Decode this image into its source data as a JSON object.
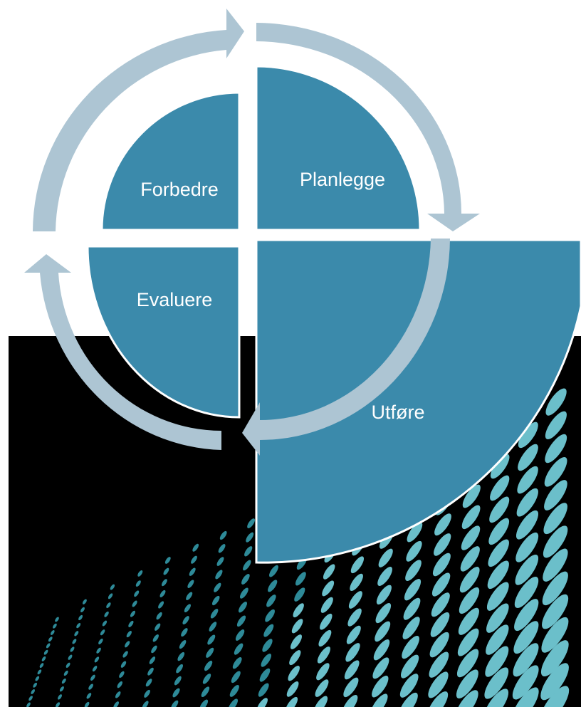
{
  "diagram": {
    "type": "cycle",
    "quadrants": [
      {
        "id": "planlegge",
        "label": "Planlegge"
      },
      {
        "id": "utfore",
        "label": "Utføre"
      },
      {
        "id": "evaluere",
        "label": "Evaluere"
      },
      {
        "id": "forbedre",
        "label": "Forbedre"
      }
    ],
    "flow_direction": "clockwise"
  },
  "colors": {
    "quadrant_fill": "#3b8aab",
    "arrow_fill": "#adc5d3",
    "dots": "#6bbfca",
    "dots_dim": "#2e8a98",
    "background_dark": "#000000",
    "page_background": "#ffffff"
  }
}
